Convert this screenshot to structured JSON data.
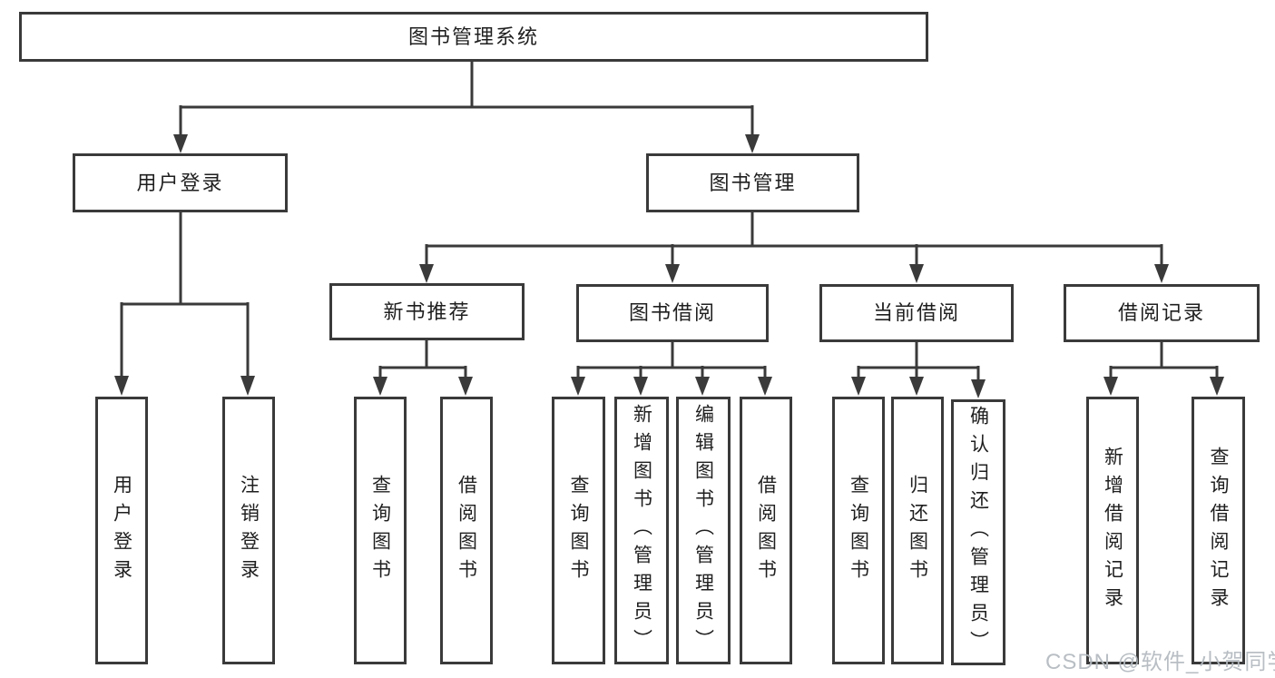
{
  "colors": {
    "line": "#3a3a3a",
    "text": "#1f1f1f",
    "box_fill": "#ffffff",
    "watermark": "#b3b9bf"
  },
  "diagram": {
    "root": {
      "label": "图书管理系统"
    },
    "level2": [
      {
        "label": "用户登录"
      },
      {
        "label": "图书管理"
      }
    ],
    "level3": [
      {
        "label": "新书推荐"
      },
      {
        "label": "图书借阅"
      },
      {
        "label": "当前借阅"
      },
      {
        "label": "借阅记录"
      }
    ],
    "leaf_groups": [
      {
        "parent": "用户登录",
        "items": [
          "用户登录",
          "注销登录"
        ]
      },
      {
        "parent": "新书推荐",
        "items": [
          "查询图书",
          "借阅图书"
        ]
      },
      {
        "parent": "图书借阅",
        "items": [
          "查询图书",
          "新增图书（管理员）",
          "编辑图书（管理员）",
          "借阅图书"
        ]
      },
      {
        "parent": "当前借阅",
        "items": [
          "查询图书",
          "归还图书",
          "确认归还（管理员）"
        ]
      },
      {
        "parent": "借阅记录",
        "items": [
          "新增借阅记录",
          "查询借阅记录"
        ]
      }
    ]
  },
  "watermark": {
    "text": "CSDN @软件_小贺同学"
  }
}
